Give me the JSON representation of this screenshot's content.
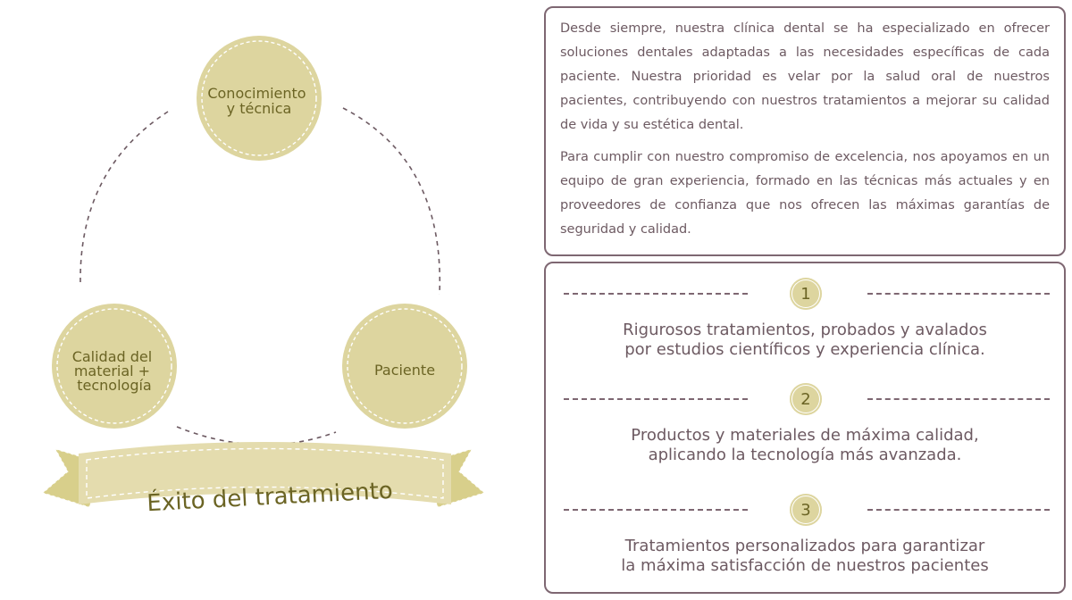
{
  "diagram": {
    "circles": {
      "top": [
        "Conocimiento",
        "y técnica"
      ],
      "left": [
        "Calidad del",
        "material +",
        "tecnología"
      ],
      "right": [
        "Paciente"
      ]
    },
    "banner_label": "Éxito del tratamiento"
  },
  "intro": {
    "paragraphs": [
      "Desde siempre, nuestra clínica dental se ha especializado en ofrecer soluciones dentales adaptadas a las necesidades específicas de cada paciente. Nuestra prioridad es velar por la salud oral de nuestros pacientes, contribuyendo con nuestros tratamientos a mejorar su calidad de vida y su estética dental.",
      "Para cumplir con nuestro compromiso de excelencia, nos apoyamos en un equipo de gran experiencia, formado en las técnicas más actuales y en proveedores de confianza que nos ofrecen las máximas garantías de seguridad y calidad."
    ]
  },
  "points": [
    {
      "number": "1",
      "text": "Rigurosos tratamientos, probados y avalados\npor estudios científicos y experiencia clínica."
    },
    {
      "number": "2",
      "text": "Productos y materiales de máxima calidad,\naplicando la tecnología más avanzada."
    },
    {
      "number": "3",
      "text": "Tratamientos personalizados para garantizar\nla máxima satisfacción de nuestros pacientes"
    }
  ],
  "colors": {
    "circle_fill": "#ddd59f",
    "circle_text": "#6b6424",
    "border": "#7e6772",
    "body_text": "#6d5a62",
    "banner_fill": "#e4dcae",
    "banner_tail": "#d8cf8b"
  }
}
